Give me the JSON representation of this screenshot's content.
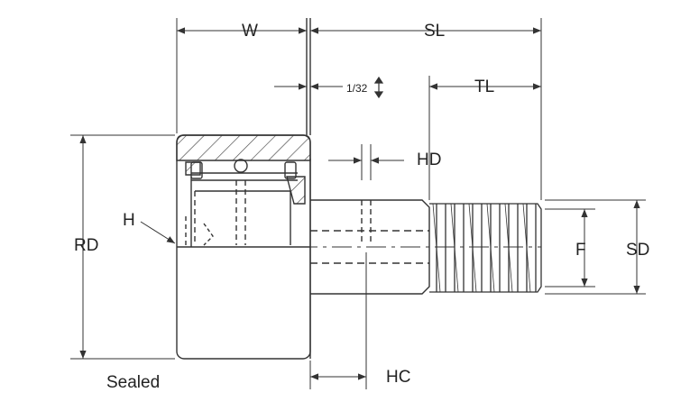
{
  "diagram": {
    "labels": {
      "w": "W",
      "sl": "SL",
      "tl": "TL",
      "hd": "HD",
      "rd": "RD",
      "h": "H",
      "f": "F",
      "sd": "SD",
      "hc": "HC",
      "sealed": "Sealed",
      "chamfer": "1/32"
    },
    "colors": {
      "line": "#333333",
      "background": "#ffffff"
    }
  }
}
